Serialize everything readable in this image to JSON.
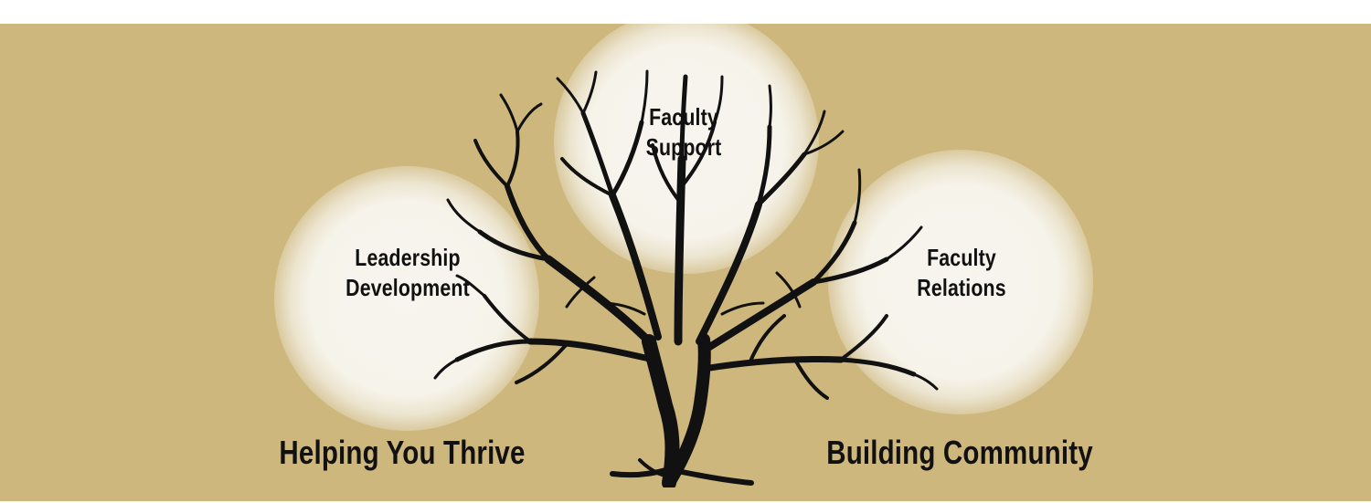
{
  "colors": {
    "background": "#cdb77d",
    "glow": "#f6f3ea",
    "text": "#111111",
    "tree": "#111111"
  },
  "circles": {
    "leadership": {
      "line1": "Leadership",
      "line2": "Development"
    },
    "support": {
      "line1": "Faculty",
      "line2": "Support"
    },
    "relations": {
      "line1": "Faculty",
      "line2": "Relations"
    }
  },
  "taglines": {
    "left": "Helping You Thrive",
    "right": "Building Community"
  },
  "illustration": "tree-icon"
}
